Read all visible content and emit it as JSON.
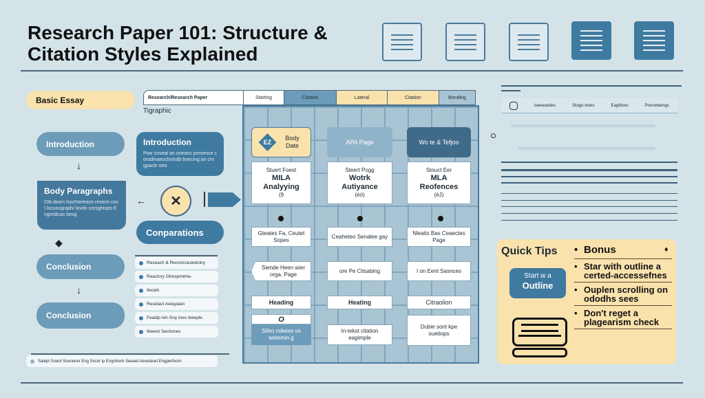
{
  "title": {
    "line1": "Research Paper 101: Structure &",
    "line2": "Citation Styles Explained"
  },
  "left": {
    "basic_essay": "Basic Essay",
    "flow": [
      "Introduction",
      "Body Paragraphs",
      "Conclusion",
      "Conclusion"
    ],
    "body_text": "Olä dinen Isochtereace resece cost locusngraph/ lovdo corsghtups Engredicas besg"
  },
  "middle": {
    "subtitle": "Tigraphic",
    "intro_title": "Introduction",
    "intro_text": "Pow coseat an oneaoc presence coradinaeocholsdb boecing an cregpacle oea",
    "comparations": "Conparations",
    "list": [
      "Reseach & Reconcrasiedciny",
      "Reactory Gtrespmeha-",
      "Iteoah",
      "Reselact Aelayaian",
      "Feadip Ieh-Soy Ines tekeple",
      "Ibieest Sectiones"
    ],
    "footer": "Salept Soant Scenener Eng Sxcer ip Engrdrerk Seeaet Aeoelaset Engperfoom"
  },
  "header_bar": [
    "Research/Research Paper",
    "Starting",
    "Citation",
    "Lateral",
    "Citation",
    "Bonding"
  ],
  "columns": [
    {
      "head_badge": "EZ",
      "head": "Body Date",
      "card": [
        "Stuert Foest",
        "MILA",
        "Analyying",
        "(9"
      ],
      "row2": "Gteates Fa, Ceutet Sopes",
      "row3": "Siende Heen wier orga. Page",
      "row4": "Heading",
      "row5_mark": "O",
      "row5": "Sifeo rolietes vo wetemin g"
    },
    {
      "head": "APA Page",
      "card": [
        "Steert Pogg",
        "Wotrk",
        "Autiyance",
        "(éó)"
      ],
      "row2": "Ceaheteo Senalee gay",
      "row3": "ore Pe Citsabing",
      "row4": "Heating",
      "row5": "In-tekst citation eagimple"
    },
    {
      "head": "Wo te & Tefjoo",
      "card": [
        "Stouct Eer",
        "MLA",
        "Reofences",
        "(éJ)"
      ],
      "row2": "Nleatis Bas Ceaectes Page",
      "row3": "I on Eent Sasnces",
      "row4": "Citraolion",
      "row5": "Dubie sont kpe ouetiops"
    }
  ],
  "right": {
    "tabs": [
      "Iueeaoedes",
      "Slulgo leoes",
      "Eagfdoes",
      "Pooneteengs"
    ],
    "quick_tips": {
      "title": "Quick Tips",
      "bubble_line1": "Start w a",
      "bubble_line2": "Outline",
      "bullets": [
        "Bonus",
        "Star with outline a certed-accessefnes",
        "Ouplen scrolling on ododhs sees",
        "Don't reget a plagearism check"
      ]
    }
  },
  "colors": {
    "bg": "#d3e3e8",
    "blue": "#3f7aa0",
    "mid": "#6d9cba",
    "yellow": "#fae2ad"
  }
}
